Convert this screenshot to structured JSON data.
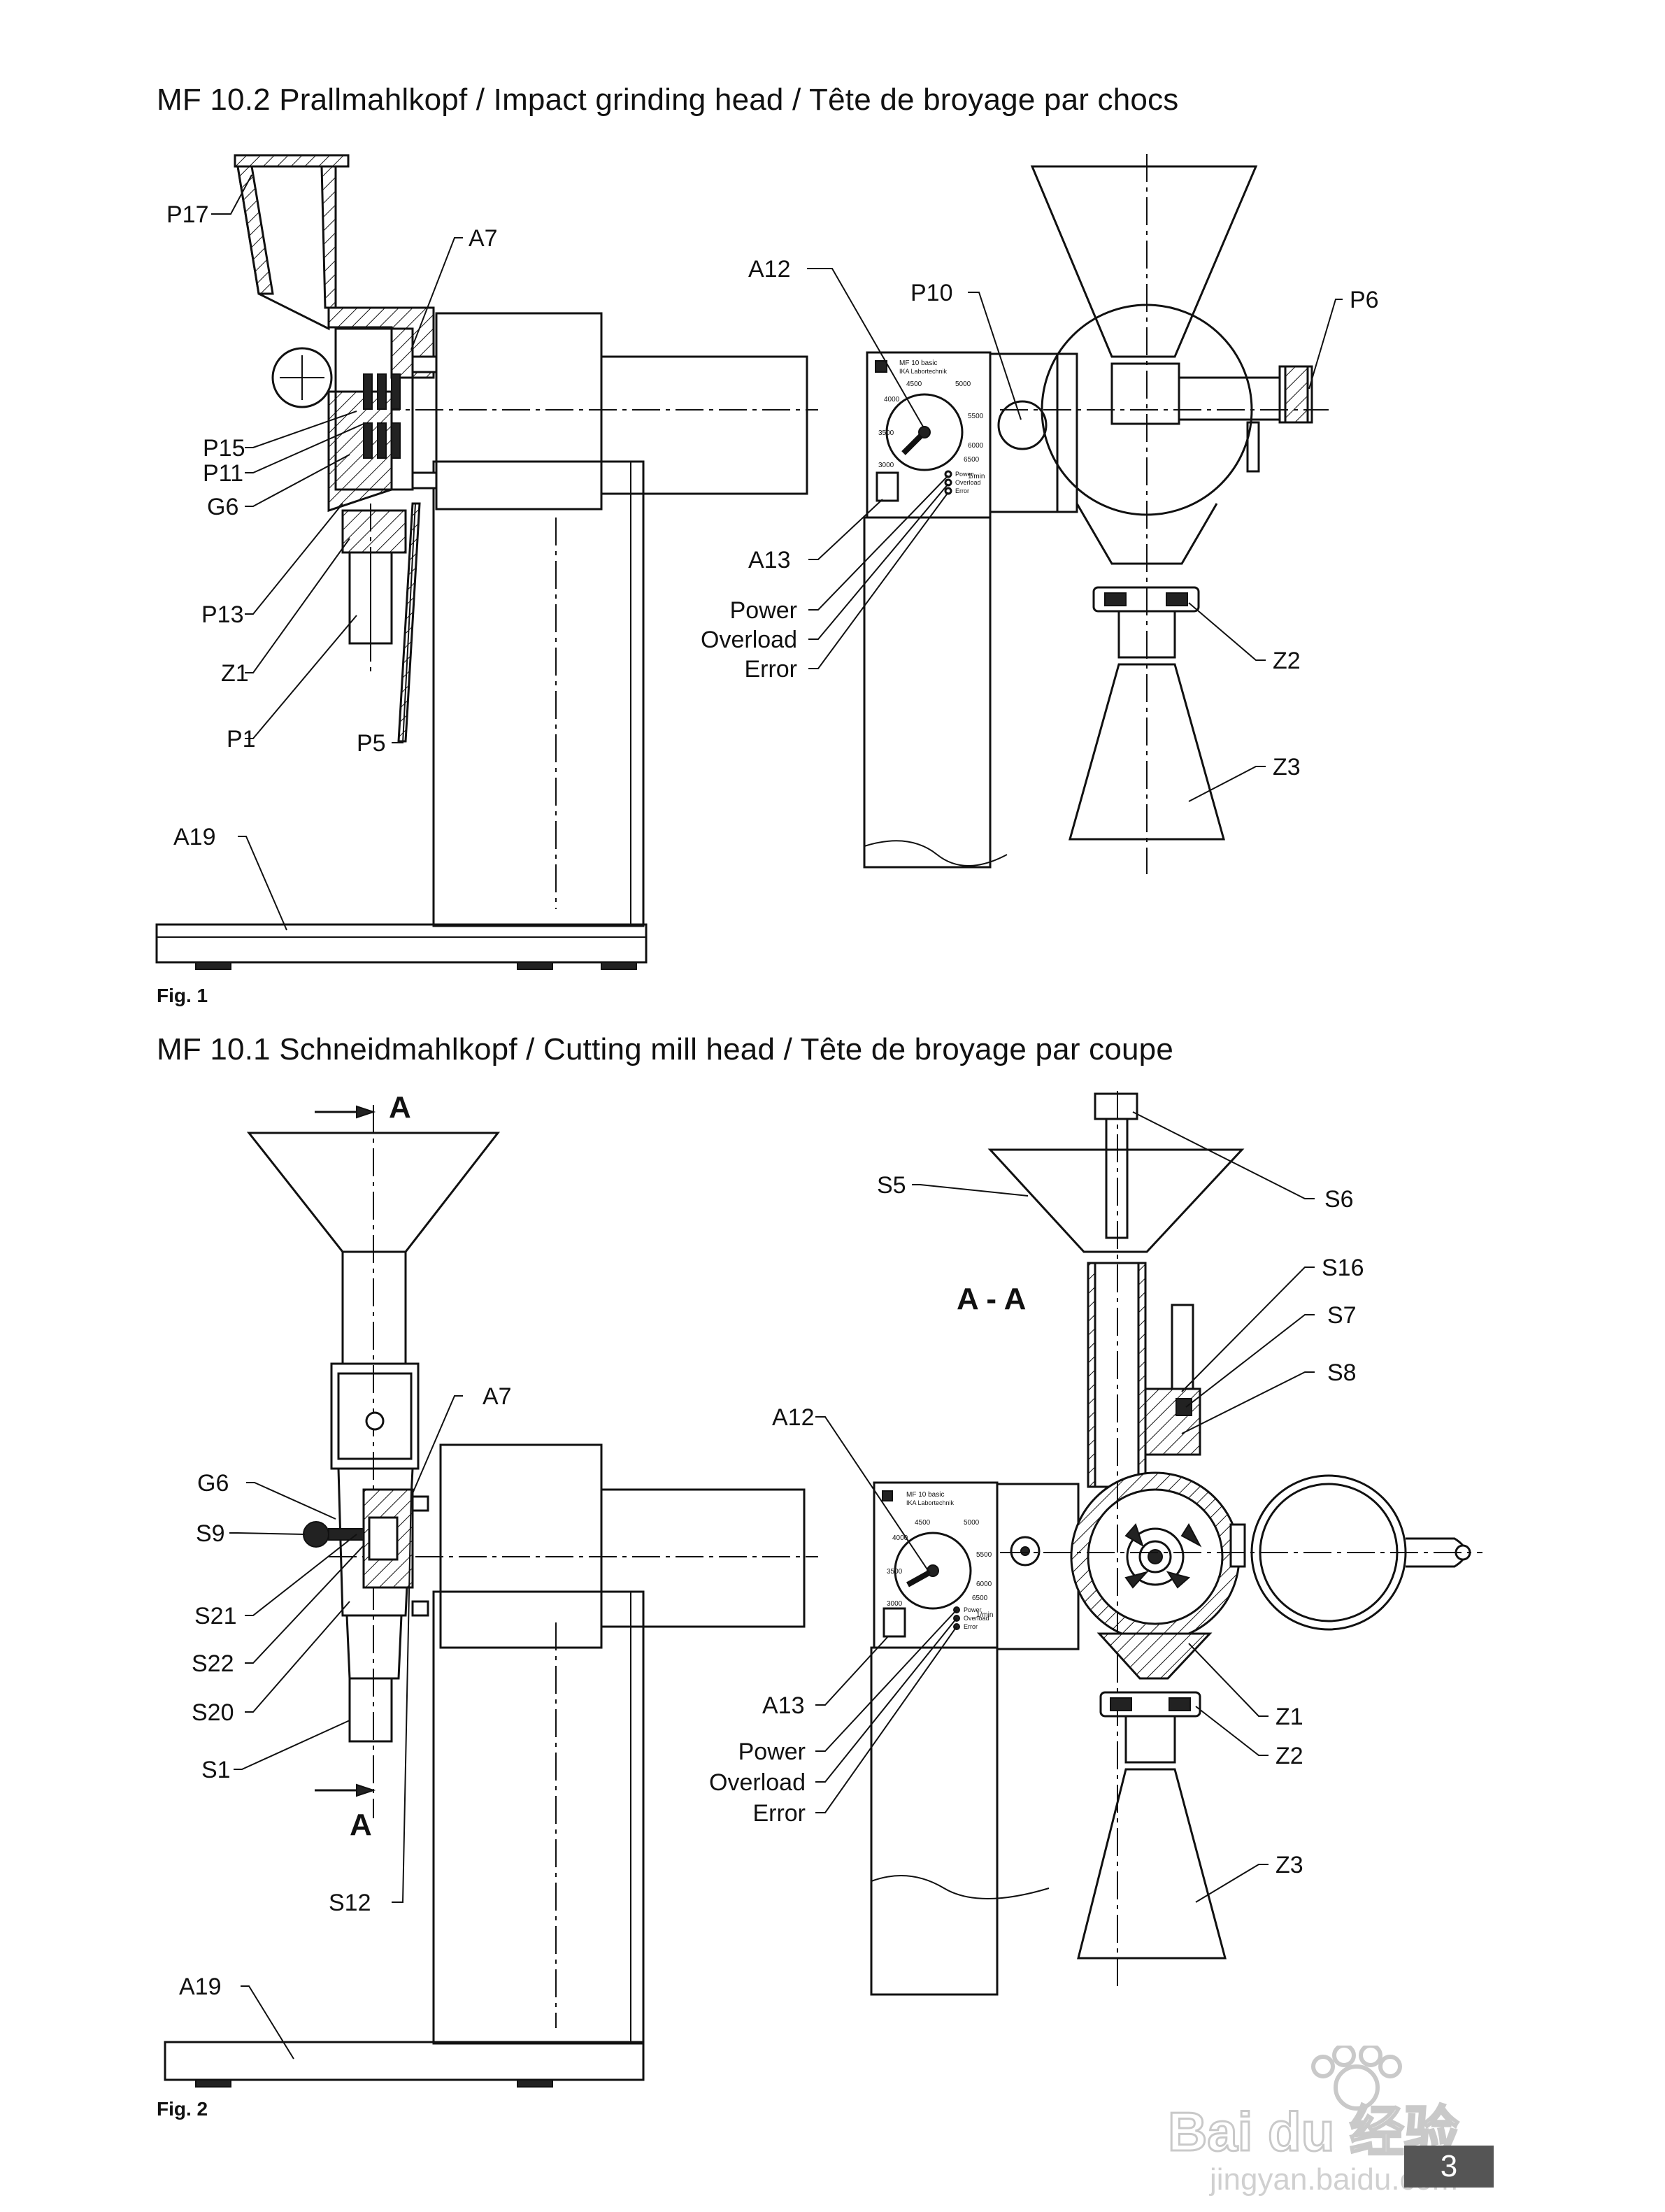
{
  "figure1": {
    "heading": "MF 10.2 Prallmahlkopf / Impact grinding head / Tête de broyage par chocs",
    "fig_label": "Fig. 1",
    "labels": {
      "P17": "P17",
      "A7": "A7",
      "P15": "P15",
      "P11": "P11",
      "G6": "G6",
      "P13": "P13",
      "Z1": "Z1",
      "P1": "P1",
      "P5": "P5",
      "A19": "A19",
      "A12": "A12",
      "P10": "P10",
      "P6": "P6",
      "A13": "A13",
      "Power": "Power",
      "Overload": "Overload",
      "Error": "Error",
      "Z2": "Z2",
      "Z3": "Z3"
    },
    "panel": {
      "model": "MF 10 basic",
      "brand": "IKA Labortechnik",
      "dial_ticks": [
        "3000",
        "3500",
        "4000",
        "4500",
        "5000",
        "5500",
        "6000",
        "6500"
      ],
      "unit": "1/min",
      "leds": [
        "Power",
        "Overload",
        "Error"
      ]
    }
  },
  "figure2": {
    "heading": "MF 10.1 Schneidmahlkopf / Cutting mill head / Tête de broyage par coupe",
    "fig_label": "Fig. 2",
    "section_marker": "A",
    "section_title": "A - A",
    "labels": {
      "A7": "A7",
      "G6": "G6",
      "S9": "S9",
      "S21": "S21",
      "S22": "S22",
      "S20": "S20",
      "S1": "S1",
      "S12": "S12",
      "A19": "A19",
      "S5": "S5",
      "S6": "S6",
      "S16": "S16",
      "S7": "S7",
      "S8": "S8",
      "A12": "A12",
      "A13": "A13",
      "Z1": "Z1",
      "Z2": "Z2",
      "Z3": "Z3",
      "Power": "Power",
      "Overload": "Overload",
      "Error": "Error"
    },
    "panel": {
      "model": "MF 10 basic",
      "brand": "IKA Labortechnik",
      "dial_ticks": [
        "3000",
        "3500",
        "4000",
        "4500",
        "5000",
        "5500",
        "6000",
        "6500"
      ],
      "unit": "1/min",
      "leds": [
        "Power",
        "Overload",
        "Error"
      ]
    }
  },
  "watermark": {
    "logo_text": "Bai du 经验",
    "url": "jingyan.baidu.com"
  },
  "page_number": "3"
}
